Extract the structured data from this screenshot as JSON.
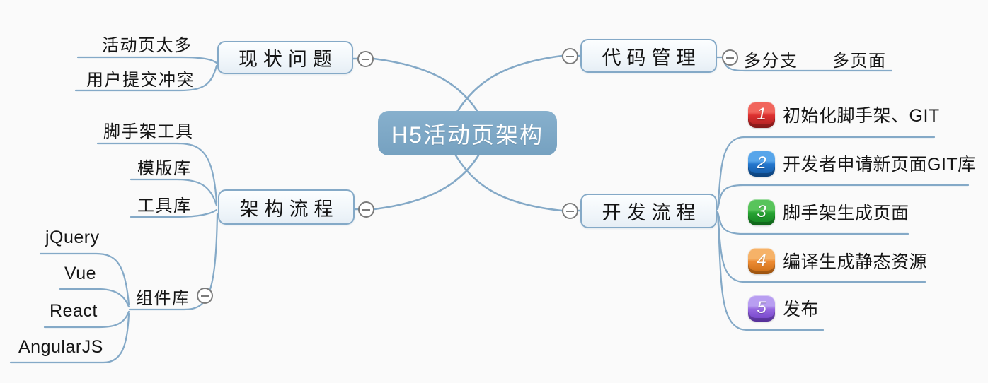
{
  "colors": {
    "background": "#fafafa",
    "line": "#84a9c7",
    "central_fill_light": "#87b0cd",
    "central_fill": "#76a1c0",
    "central_text": "#ffffff",
    "node_border": "#84a9c7",
    "text": "#151515",
    "collapse_gray": "#7b7b7b"
  },
  "icons": {
    "collapse": "minus-circle"
  },
  "central": {
    "label": "H5活动页架构"
  },
  "branches": {
    "status": {
      "label": "现状问题",
      "children": {
        "too_many": "活动页太多",
        "conflict": "用户提交冲突"
      }
    },
    "code": {
      "label": "代码管理",
      "children": {
        "multi_branch": "多分支",
        "multi_page": "多页面"
      }
    },
    "arch": {
      "label": "架构流程",
      "children": {
        "scaffold": "脚手架工具",
        "template": "模版库",
        "tools": "工具库",
        "components": "组件库"
      },
      "frameworks": {
        "jquery": "jQuery",
        "vue": "Vue",
        "react": "React",
        "angular": "AngularJS"
      }
    },
    "dev": {
      "label": "开发流程",
      "steps": [
        {
          "num": "1",
          "label": "初始化脚手架、GIT",
          "light": "#f1655c",
          "mid": "#dc3030",
          "dark": "#a81f1f"
        },
        {
          "num": "2",
          "label": "开发者申请新页面GIT库",
          "light": "#57a5ea",
          "mid": "#2577cd",
          "dark": "#0f55a0"
        },
        {
          "num": "3",
          "label": "脚手架生成页面",
          "light": "#58c45b",
          "mid": "#27a232",
          "dark": "#128020"
        },
        {
          "num": "4",
          "label": "编译生成静态资源",
          "light": "#f6b268",
          "mid": "#ec8b33",
          "dark": "#c96a12"
        },
        {
          "num": "5",
          "label": "发布",
          "light": "#b89ef1",
          "mid": "#9769e0",
          "dark": "#6f3ec6"
        }
      ]
    }
  }
}
